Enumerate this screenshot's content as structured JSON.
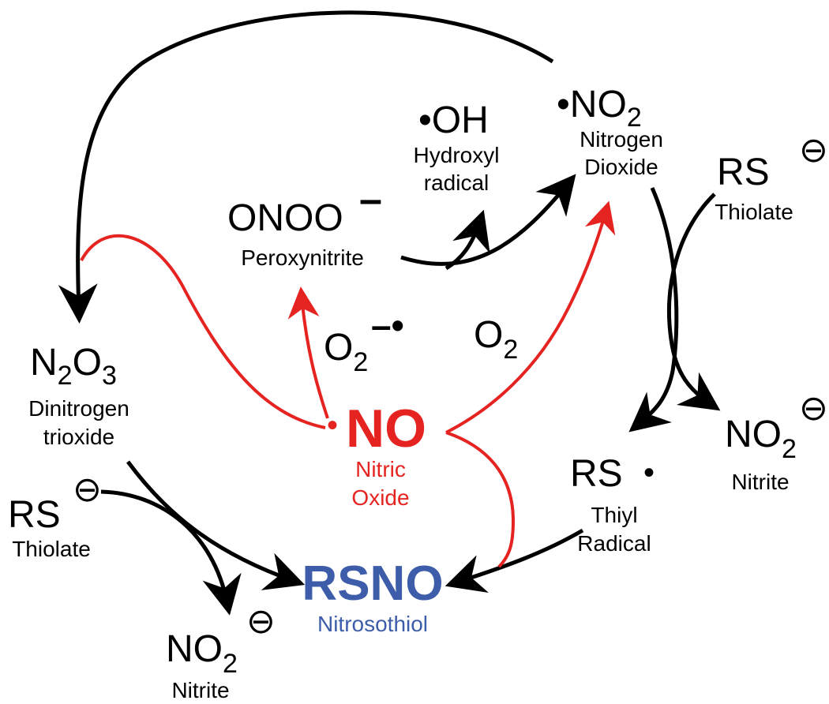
{
  "colors": {
    "black": "#000000",
    "red": "#e52421",
    "blue": "#3d5daa",
    "background": "#ffffff"
  },
  "species": {
    "no2_radical": {
      "formula_main": "•NO",
      "formula_sub": "2",
      "label_line1": "Nitrogen",
      "label_line2": "Dioxide"
    },
    "oh_radical": {
      "formula": "•OH",
      "label_line1": "Hydroxyl",
      "label_line2": "radical"
    },
    "peroxynitrite": {
      "formula": "ONOO",
      "charge": "–",
      "label": "Peroxynitrite"
    },
    "thiolate_right": {
      "formula": "RS",
      "charge": "⊖",
      "label": "Thiolate"
    },
    "n2o3": {
      "n": "N",
      "n_sub": "2",
      "o": "O",
      "o_sub": "3",
      "label_line1": "Dinitrogen",
      "label_line2": "trioxide"
    },
    "superoxide": {
      "o": "O",
      "o_sub": "2",
      "charge": "–•"
    },
    "oxygen": {
      "o": "O",
      "o_sub": "2"
    },
    "nitric_oxide": {
      "dot": "•",
      "formula": "NO",
      "label_line1": "Nitric",
      "label_line2": "Oxide"
    },
    "nitrite_right": {
      "formula": "NO",
      "sub": "2",
      "charge": "⊖",
      "label": "Nitrite"
    },
    "thiyl_radical": {
      "formula": "RS",
      "dot": "•",
      "label_line1": "Thiyl",
      "label_line2": "Radical"
    },
    "thiolate_left": {
      "formula": "RS",
      "charge": "⊖",
      "label": "Thiolate"
    },
    "nitrosothiol": {
      "formula": "RSNO",
      "label": "Nitrosothiol"
    },
    "nitrite_bottom": {
      "formula": "NO",
      "sub": "2",
      "charge": "⊖",
      "label": "Nitrite"
    }
  }
}
